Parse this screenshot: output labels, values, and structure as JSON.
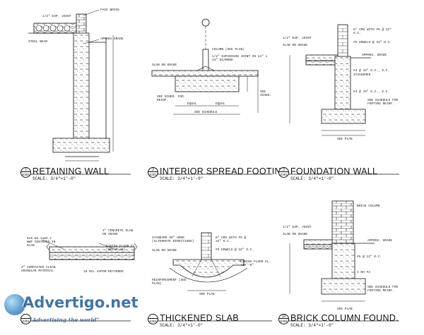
{
  "details": [
    {
      "number": "1",
      "sheet": "S301",
      "title": "RETAINING WALL",
      "scale": "SCALE: 3/4\"=1'-0\""
    },
    {
      "number": "2",
      "sheet": "S301",
      "title": "INTERIOR SPREAD FOOTING",
      "scale": "SCALE: 3/4\"=1'-0\""
    },
    {
      "number": "3",
      "sheet": "S301",
      "title": "FOUNDATION WALL",
      "scale": "SCALE: 3/4\"=1'-0\""
    },
    {
      "number": "",
      "sheet": "S301",
      "title": "",
      "scale": ""
    },
    {
      "number": "",
      "sheet": "S301",
      "title": "THICKENED SLAB",
      "scale": "SCALE: 3/4\"=1'-0\""
    },
    {
      "number": "10",
      "sheet": "S301",
      "title": "BRICK COLUMN FOUND.",
      "scale": "SCALE: 3/4\"=1'-0\""
    }
  ],
  "annotations": {
    "retaining_wall": [
      "FACE BRICK",
      "APPROX GRADE",
      "STEEL BEAM",
      "1/2\" EXP. JOINT"
    ],
    "spread_footing": [
      "COLUMN (SEE PLAN)",
      "1/2\" EXPANSION JOINT IN 24\" x 24\" DIAMOND",
      "SLAB ON GRADE",
      "SEE SCHED. FOR REINF.",
      "EQUAL",
      "EQUAL",
      "SEE SCHEDULE",
      "SEE SCHED."
    ],
    "foundation_wall": [
      "1/2\" EXP. JOINT",
      "8\" CMU WITH #5 @ 32\" O.C.",
      "SLAB ON GRADE",
      "#5 DOWELS @ 32\" O.C.",
      "APPROX. GRADE",
      "#4 @ 16\" O.C., E.F.",
      "STAGGERED",
      "#4 @ 16\" O.C., E.F.",
      "SEE SCHEDULE FOR FOOTING REINF.",
      "SEE PLAN"
    ],
    "slab_edge": [
      "6x6 W2.1xW2.1 WWF CENTERED IN SLAB",
      "4\" CONCRETE SLAB ON GRADE",
      "FINISH FLOOR EL. (SEE PLAN)",
      "4\" COMPACTED CLEAN GRANULAR MATERIAL",
      "10 MIL VAPOR RETARDER"
    ],
    "thickened_slab": [
      "STANDARD 90\" HOOK (ALTERNATE DIRECTIONS)",
      "SLAB ON GRADE",
      "8\" CMU WITH #5 @ 32\" O.C.",
      "#5 DOWELS @ 32\" O.C.",
      "FINISH FLOOR EL. +10'-0\"",
      "REINFORCEMENT (SEE PLAN)",
      "SEE PLAN"
    ],
    "brick_column": [
      "BRICK COLUMN",
      "1/2\" EXP. JOINT",
      "SLAB ON GRADE",
      "APPROX. GRADE",
      "#5 @ 12\" O.C.",
      "4 NO #4",
      "SEE SCHEDULE FOR FOOTING REINF.",
      "SEE PLAN"
    ]
  },
  "watermark": {
    "logo": "Advertigo.net",
    "tagline": "\"Advertising the world\""
  },
  "colors": {
    "line": "#111111",
    "concrete": "#d9d9d9",
    "watermark": "#1f5d99"
  }
}
